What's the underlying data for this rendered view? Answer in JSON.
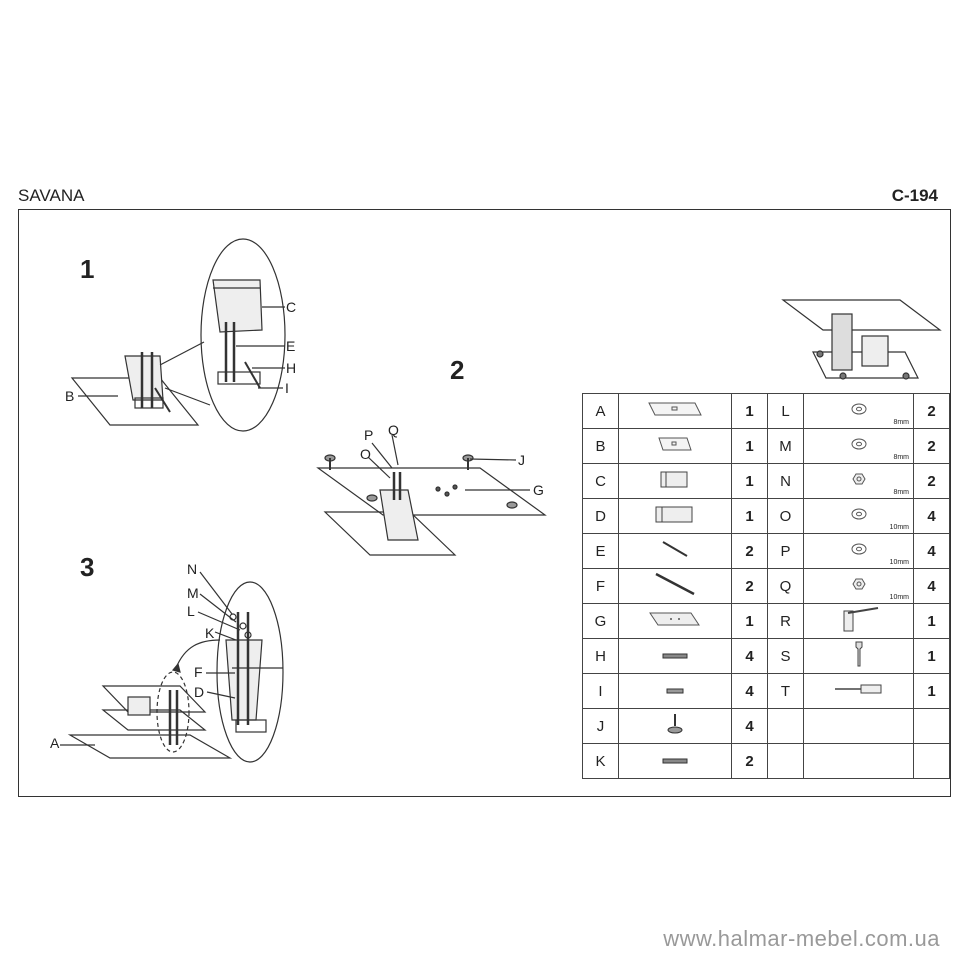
{
  "header": {
    "model": "SAVANA",
    "code": "C-194"
  },
  "steps": [
    "1",
    "2",
    "3"
  ],
  "callouts": {
    "step1": [
      "C",
      "E",
      "H",
      "I",
      "B"
    ],
    "step2": [
      "P",
      "Q",
      "O",
      "J",
      "G"
    ],
    "step3": [
      "N",
      "M",
      "L",
      "K",
      "F",
      "D",
      "A"
    ]
  },
  "parts_left": [
    {
      "letter": "A",
      "icon": "glass-panel-icon",
      "qty": "1"
    },
    {
      "letter": "B",
      "icon": "glass-panel-small-icon",
      "qty": "1"
    },
    {
      "letter": "C",
      "icon": "block-icon",
      "qty": "1"
    },
    {
      "letter": "D",
      "icon": "long-block-icon",
      "qty": "1"
    },
    {
      "letter": "E",
      "icon": "rod-icon",
      "qty": "2"
    },
    {
      "letter": "F",
      "icon": "long-rod-icon",
      "qty": "2"
    },
    {
      "letter": "G",
      "icon": "glass-top-icon",
      "qty": "1"
    },
    {
      "letter": "H",
      "icon": "bolt-icon",
      "qty": "4"
    },
    {
      "letter": "I",
      "icon": "screw-icon",
      "qty": "4"
    },
    {
      "letter": "J",
      "icon": "foot-icon",
      "qty": "4"
    },
    {
      "letter": "K",
      "icon": "bolt-icon",
      "qty": "2"
    }
  ],
  "parts_right": [
    {
      "letter": "L",
      "icon": "washer-icon",
      "size": "8mm",
      "qty": "2"
    },
    {
      "letter": "M",
      "icon": "washer-icon",
      "size": "8mm",
      "qty": "2"
    },
    {
      "letter": "N",
      "icon": "nut-icon",
      "size": "8mm",
      "qty": "2"
    },
    {
      "letter": "O",
      "icon": "washer-icon",
      "size": "10mm",
      "qty": "4"
    },
    {
      "letter": "P",
      "icon": "washer-icon",
      "size": "10mm",
      "qty": "4"
    },
    {
      "letter": "Q",
      "icon": "nut-icon",
      "size": "10mm",
      "qty": "4"
    },
    {
      "letter": "R",
      "icon": "hex-key-icon",
      "size": "",
      "qty": "1"
    },
    {
      "letter": "S",
      "icon": "wrench-icon",
      "size": "",
      "qty": "1"
    },
    {
      "letter": "T",
      "icon": "screwdriver-icon",
      "size": "",
      "qty": "1"
    }
  ],
  "footer": "www.halmar-mebel.com.ua"
}
